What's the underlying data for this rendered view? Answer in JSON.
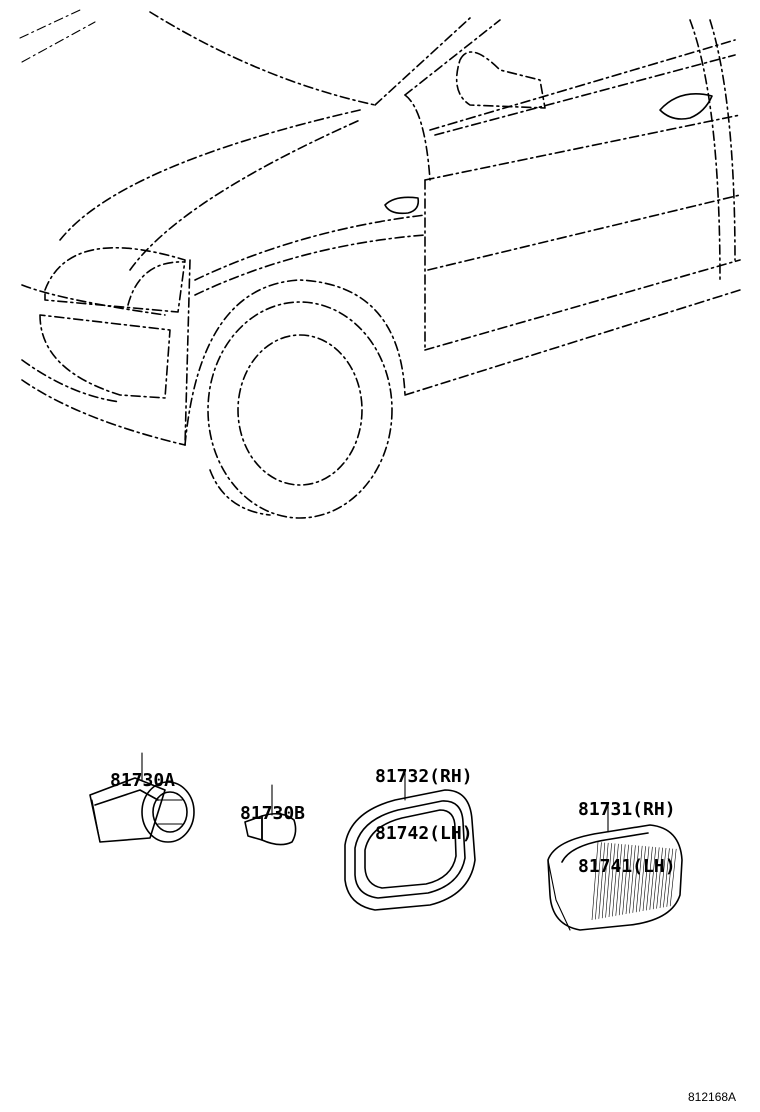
{
  "parts": [
    {
      "lines": [
        "81730A"
      ]
    },
    {
      "lines": [
        "81730B"
      ]
    },
    {
      "lines": [
        "81732(RH)",
        "81742(LH)"
      ]
    },
    {
      "lines": [
        "81731(RH)",
        "81741(LH)"
      ]
    }
  ],
  "diagram_code": "812168A"
}
